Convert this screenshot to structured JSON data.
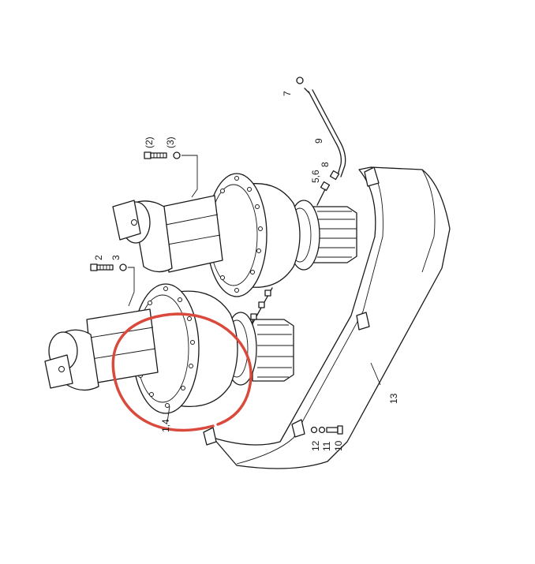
{
  "labels": {
    "l7": "7",
    "l9": "9",
    "l56": "5,6",
    "l8": "8",
    "l2p": "(2)",
    "l3p": "(3)",
    "l2": "2",
    "l3": "3",
    "l14": "1,4",
    "l13": "13",
    "l12": "12",
    "l11": "11",
    "l10": "10"
  },
  "colors": {
    "line": "#1a1a1a",
    "highlight": "#d94a3d",
    "background": "#ffffff"
  }
}
